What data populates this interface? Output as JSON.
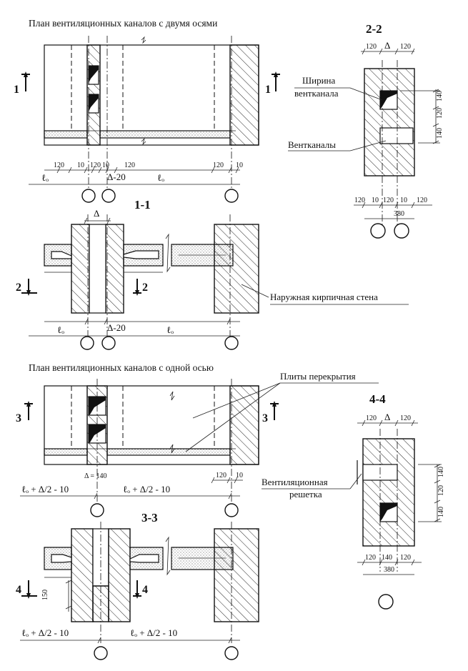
{
  "title_top": "План вентиляционных каналов с двумя осями",
  "title_bottom": "План вентиляционных каналов с одной осью",
  "sections": {
    "s11": "1-1",
    "s22": "2-2",
    "s33": "3-3",
    "s44": "4-4"
  },
  "cut_marks": {
    "c1": "1",
    "c2": "2",
    "c3": "3",
    "c4": "4"
  },
  "labels": {
    "width_line1": "Ширина",
    "width_line2": "вентканала",
    "channels": "Вентканалы",
    "outer_wall": "Наружная кирпичная стена",
    "slabs": "Плиты перекрытия",
    "grille_line1": "Вентиляционная",
    "grille_line2": "решетка"
  },
  "dims": {
    "d120": "120",
    "d10": "10",
    "d140": "140",
    "d150": "150",
    "d380": "380",
    "delta": "Δ",
    "delta_minus20": "Δ-20",
    "delta_140": "Δ = 140",
    "l0": "ℓₒ",
    "l0_expr": "ℓₒ + Δ/2 - 10"
  }
}
